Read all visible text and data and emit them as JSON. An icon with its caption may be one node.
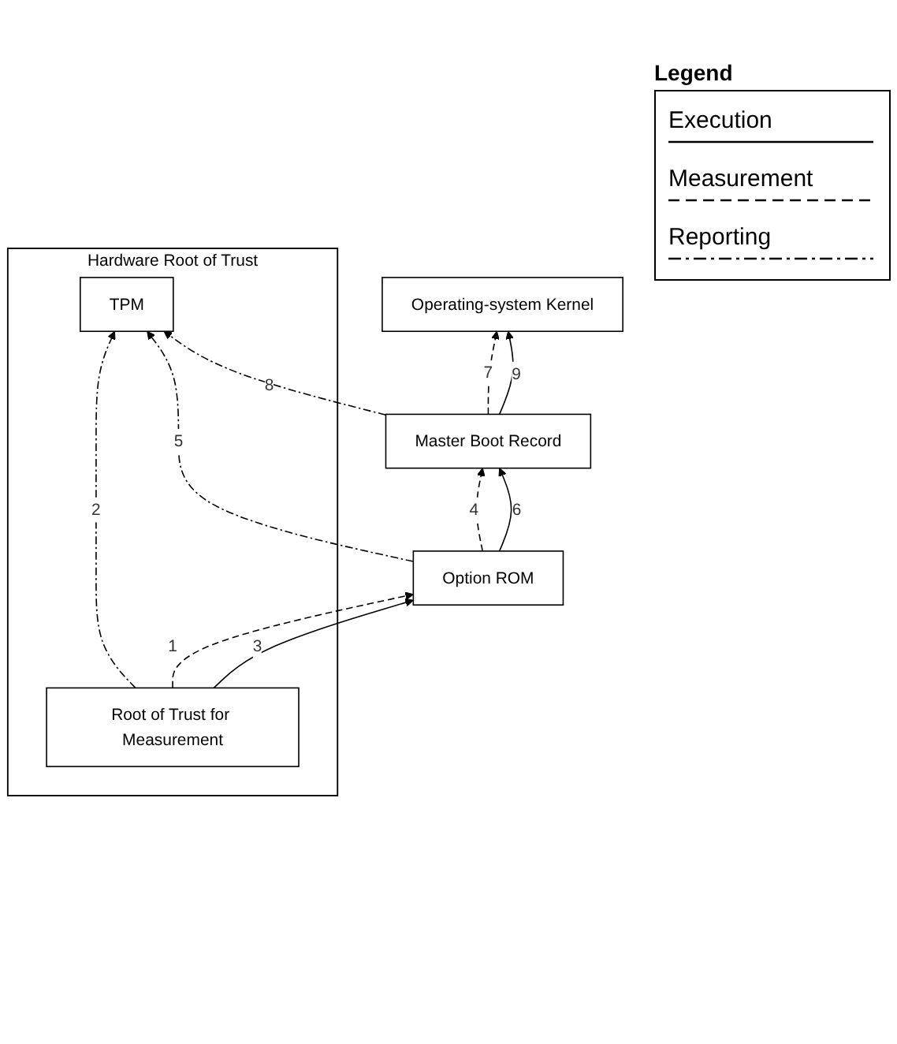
{
  "diagram": {
    "nodes": [
      {
        "text": [
          "Operating-system Kernel"
        ]
      },
      {
        "text": [
          "Master Boot Record"
        ]
      },
      {
        "text": [
          "Option ROM"
        ]
      },
      {
        "text": [
          "Hardware Root of Trust"
        ]
      },
      {
        "text": [
          "Root of Trust for Measurement"
        ],
        "in": 3
      },
      {
        "text": [
          "TPM"
        ],
        "in": 3
      }
    ],
    "edges": [
      {
        "from": 4,
        "to": 2,
        "arrow": "to",
        "label": "1",
        "style": "dashed"
      },
      {
        "from": 4,
        "to": 5,
        "arrow": "to",
        "label": "2",
        "style": "dashed"
      },
      {
        "from": 4,
        "to": 2,
        "arrow": "to",
        "label": "3"
      },
      {
        "from": 2,
        "to": 1,
        "arrow": "to",
        "label": "4",
        "style": "dashed"
      },
      {
        "from": 2,
        "to": 5,
        "arrow": "to",
        "label": "5",
        "style": "dashed"
      },
      {
        "from": 2,
        "to": 1,
        "arrow": "to",
        "label": "6"
      },
      {
        "from": 1,
        "to": 0,
        "arrow": "to",
        "label": "7",
        "style": "dashed"
      },
      {
        "from": 1,
        "to": 5,
        "arrow": "to",
        "label": "8",
        "style": "dashed"
      },
      {
        "from": 1,
        "to": 0,
        "arrow": "to",
        "label": "9"
      }
    ],
    "labels": [
      "Legend"
    ],
    "legend": [
      {
        "text": "Execution"
      },
      {
        "text": "Measurement"
      },
      {
        "text": "Reporting"
      }
    ]
  }
}
